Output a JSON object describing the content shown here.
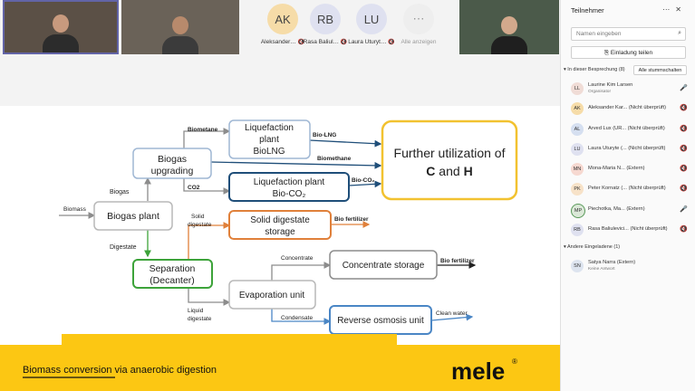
{
  "videos": [
    {
      "label": "participant-video-1"
    },
    {
      "label": "participant-video-2"
    },
    {
      "label": "participant-video-3"
    }
  ],
  "tiles": [
    {
      "initials": "AK",
      "name": "Aleksander…",
      "color": "#f6dca8"
    },
    {
      "initials": "RB",
      "name": "Rasa Baliul…",
      "color": "#dfe1f0"
    },
    {
      "initials": "LU",
      "name": "Laura Uturyt…",
      "color": "#dfe1f0"
    },
    {
      "initials": "⋯",
      "name": "Alle anzeigen",
      "color": "#eeeeee"
    }
  ],
  "slide": {
    "boxes": {
      "biomass_input": "Biomass",
      "biogas_plant": "Biogas plant",
      "biogas_upgrading_1": "Biogas",
      "biogas_upgrading_2": "upgrading",
      "liq_bio_lng_1": "Liquefaction",
      "liq_bio_lng_2": "plant",
      "liq_bio_lng_3": "BioLNG",
      "liq_bio_co2_1": "Liquefaction plant",
      "liq_bio_co2_2": "Bio-CO₂",
      "further_1": "Further utilization of",
      "further_c": "C",
      "further_and": " and ",
      "further_h": "H",
      "solid_storage_1": "Solid digestate",
      "solid_storage_2": "storage",
      "separation_1": "Separation",
      "separation_2": "(Decanter)",
      "evaporation": "Evaporation unit",
      "concentrate_storage": "Concentrate storage",
      "reverse_osmosis": "Reverse osmosis unit"
    },
    "labels": {
      "biometane": "Biometane",
      "biogas": "Biogas",
      "co2": "CO2",
      "bio_lng": "Bio-LNG",
      "biomethane": "Biomethane",
      "bio_co2": "Bio-CO₂",
      "solid_digestate_1": "Solid",
      "solid_digestate_2": "digestate",
      "digestate": "Digestate",
      "bio_fertilizer_1": "Bio fertilizer",
      "concentrate": "Concentrate",
      "bio_fertilizer_2": "Bio fertilizer",
      "liquid_1": "Liquid",
      "liquid_2": "digestate",
      "condensate": "Condensate",
      "clean_water": "Clean water"
    },
    "footer_title_1": "Biomass conversion",
    "footer_title_2": " via anaerobic digestion",
    "logo": "mele",
    "logo_mark": "®",
    "colors": {
      "yellow": "#fcc713",
      "blue": "#1f4e79",
      "green": "#3da33a",
      "orange": "#e0803a",
      "gray": "#a8a8a8"
    }
  },
  "panel": {
    "title": "Teilnehmer",
    "icons": "⋯ ✕",
    "search_placeholder": "Namen eingeben",
    "invite_label": "Einladung teilen",
    "section_in_meeting": "In dieser Besprechung (8)",
    "mute_all": "Alle stummschalten",
    "participants": [
      {
        "initials": "LL",
        "name": "Laurine Kim Larsen",
        "sub": "Organisator",
        "mic": "🎤",
        "color": "#f0dcd6"
      },
      {
        "initials": "AK",
        "name": "Aleksander Kar...  (Nicht überprüft)",
        "sub": "",
        "mic": "🔇",
        "color": "#f6dca8"
      },
      {
        "initials": "AL",
        "name": "Arved Lux (UR...  (Nicht überprüft)",
        "sub": "",
        "mic": "🔇",
        "color": "#d5dff0"
      },
      {
        "initials": "LU",
        "name": "Laura Uturyte (...  (Nicht überprüft)",
        "sub": "",
        "mic": "🔇",
        "color": "#dfe1f0"
      },
      {
        "initials": "MN",
        "name": "Mona-Maria N...  (Extern)",
        "sub": "",
        "mic": "🔇",
        "color": "#f6d8d0"
      },
      {
        "initials": "PK",
        "name": "Peter Kornatz (...  (Nicht überprüft)",
        "sub": "",
        "mic": "🔇",
        "color": "#f7e2c8"
      },
      {
        "initials": "MP",
        "name": "Piechotka, Ma...  (Extern)",
        "sub": "",
        "mic": "🎤",
        "color": "#dbe8d8"
      },
      {
        "initials": "RB",
        "name": "Rasa Baliulevici...  (Nicht überprüft)",
        "sub": "",
        "mic": "🔇",
        "color": "#dfe1f0"
      }
    ],
    "section_invited": "Andere Eingeladene (1)",
    "invited": [
      {
        "initials": "SN",
        "name": "Satya Narra (Extern)",
        "sub": "Keine Antwort",
        "mic": "",
        "color": "#dde4ef"
      }
    ]
  }
}
